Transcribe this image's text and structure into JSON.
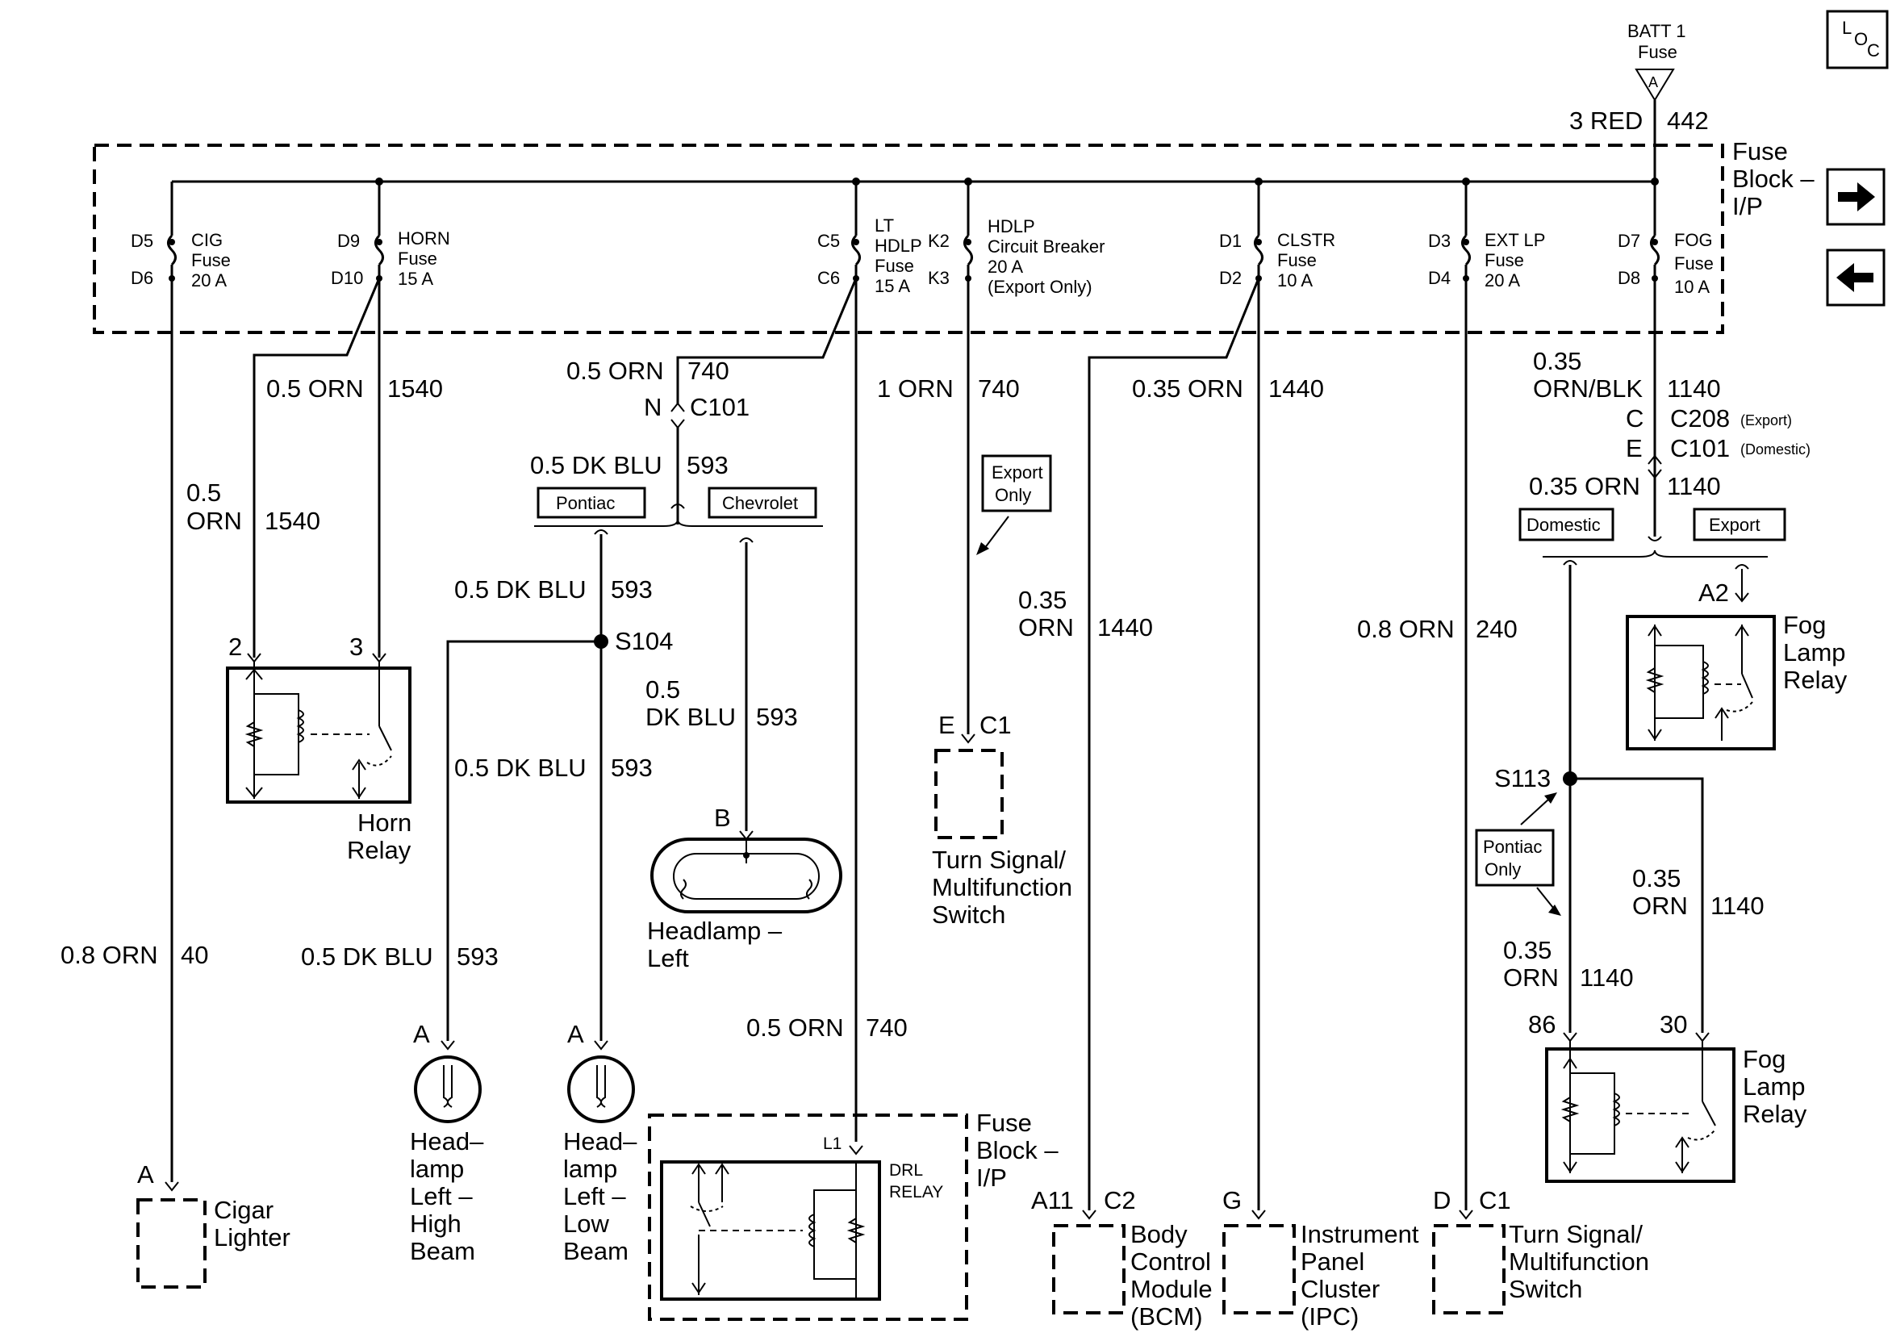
{
  "loc_box": {
    "l": "L",
    "o": "O",
    "c": "C"
  },
  "nav": {
    "forward_icon": "arrow-right-icon",
    "back_icon": "arrow-left-icon"
  },
  "batt": {
    "title1": "BATT 1",
    "title2": "Fuse",
    "pin": "A",
    "wire_color": "3 RED",
    "circuit": "442"
  },
  "fuse_block": {
    "line1": "Fuse",
    "line2": "Block –",
    "line3": "I/P"
  },
  "fuses": {
    "cig": {
      "top": "D5",
      "bottom": "D6",
      "l1": "CIG",
      "l2": "Fuse",
      "l3": "20 A"
    },
    "horn": {
      "top": "D9",
      "bottom": "D10",
      "l1": "HORN",
      "l2": "Fuse",
      "l3": "15 A"
    },
    "lthd": {
      "top": "C5",
      "bottom": "C6",
      "l1": "LT",
      "l2": "HDLP",
      "l3": "Fuse",
      "l4": "15 A"
    },
    "hdlp": {
      "top": "K2",
      "bottom": "K3",
      "l1": "HDLP",
      "l2": "Circuit Breaker",
      "l3": "20 A",
      "l4": "(Export Only)"
    },
    "clstr": {
      "top": "D1",
      "bottom": "D2",
      "l1": "CLSTR",
      "l2": "Fuse",
      "l3": "10 A"
    },
    "extlp": {
      "top": "D3",
      "bottom": "D4",
      "l1": "EXT LP",
      "l2": "Fuse",
      "l3": "20 A"
    },
    "fog": {
      "top": "D7",
      "bottom": "D8",
      "l1": "FOG",
      "l2": "Fuse",
      "l3": "10 A"
    }
  },
  "wires": {
    "horn_a": {
      "color": "0.5 ORN",
      "circuit": "1540"
    },
    "horn_b": {
      "color1": "0.5",
      "color2": "ORN",
      "circuit": "1540"
    },
    "cig": {
      "color": "0.8 ORN",
      "circuit": "40"
    },
    "lthd_a": {
      "color": "0.5 ORN",
      "circuit": "740"
    },
    "blu1": {
      "color": "0.5 DK BLU",
      "circuit": "593"
    },
    "blu2": {
      "color": "0.5 DK BLU",
      "circuit": "593"
    },
    "blu3": {
      "color": "0.5 DK BLU",
      "circuit": "593"
    },
    "blu4": {
      "color": "0.5 DK BLU",
      "circuit": "593"
    },
    "blu5": {
      "color1": "0.5",
      "color2": "DK BLU",
      "circuit": "593"
    },
    "lthd_b": {
      "color": "0.5 ORN",
      "circuit": "740"
    },
    "hdlp": {
      "color": "1 ORN",
      "circuit": "740"
    },
    "clstr_a": {
      "color": "0.35 ORN",
      "circuit": "1440"
    },
    "clstr_b": {
      "color1": "0.35",
      "color2": "ORN",
      "circuit": "1440"
    },
    "extlp": {
      "color": "0.8 ORN",
      "circuit": "240"
    },
    "fog_a": {
      "color1": "0.35",
      "color2": "ORN/BLK",
      "circuit": "1140"
    },
    "fog_b": {
      "color": "0.35 ORN",
      "circuit": "1140"
    },
    "fog_c": {
      "color1": "0.35",
      "color2": "ORN",
      "circuit": "1140"
    },
    "fog_d": {
      "color1": "0.35",
      "color2": "ORN",
      "circuit": "1140"
    }
  },
  "connectors": {
    "c101_n": {
      "pin": "N",
      "name": "C101"
    },
    "c208": {
      "pin": "C",
      "name": "C208",
      "note": "(Export)"
    },
    "c101_e": {
      "pin": "E",
      "name": "C101",
      "note": "(Domestic)"
    },
    "ts_top": {
      "pin": "E",
      "name": "C1"
    },
    "bcm": {
      "pin": "A11",
      "name": "C2"
    },
    "ipc": {
      "pin": "G"
    },
    "ts_bottom": {
      "pin": "D",
      "name": "C1"
    },
    "drl": {
      "pin": "L1"
    }
  },
  "splices": {
    "s104": "S104",
    "s113": "S113"
  },
  "tags": {
    "pontiac": "Pontiac",
    "chevrolet": "Chevrolet",
    "domestic": "Domestic",
    "export": "Export",
    "export_only_1": "Export",
    "export_only_2": "Only",
    "pontiac_only_1": "Pontiac",
    "pontiac_only_2": "Only"
  },
  "components": {
    "horn_relay": {
      "pin_left": "2",
      "pin_right": "3",
      "l1": "Horn",
      "l2": "Relay"
    },
    "headlamp_left": {
      "pin": "B",
      "l1": "Headlamp –",
      "l2": "Left"
    },
    "high_beam": {
      "pin": "A",
      "l1": "Head–",
      "l2": "lamp",
      "l3": "Left –",
      "l4": "High",
      "l5": "Beam"
    },
    "low_beam": {
      "pin": "A",
      "l1": "Head–",
      "l2": "lamp",
      "l3": "Left –",
      "l4": "Low",
      "l5": "Beam"
    },
    "cigar": {
      "pin": "A",
      "l1": "Cigar",
      "l2": "Lighter"
    },
    "drl_relay": {
      "l1": "DRL",
      "l2": "RELAY"
    },
    "fuse_block_lower": {
      "l1": "Fuse",
      "l2": "Block –",
      "l3": "I/P"
    },
    "turn_top": {
      "l1": "Turn Signal/",
      "l2": "Multifunction",
      "l3": "Switch"
    },
    "bcm": {
      "l1": "Body",
      "l2": "Control",
      "l3": "Module",
      "l4": "(BCM)"
    },
    "ipc": {
      "l1": "Instrument",
      "l2": "Panel",
      "l3": "Cluster",
      "l4": "(IPC)"
    },
    "turn_bottom": {
      "l1": "Turn Signal/",
      "l2": "Multifunction",
      "l3": "Switch"
    },
    "fog_relay_top": {
      "pin": "A2",
      "l1": "Fog",
      "l2": "Lamp",
      "l3": "Relay"
    },
    "fog_relay_bottom": {
      "pin_left": "86",
      "pin_right": "30",
      "l1": "Fog",
      "l2": "Lamp",
      "l3": "Relay"
    }
  }
}
